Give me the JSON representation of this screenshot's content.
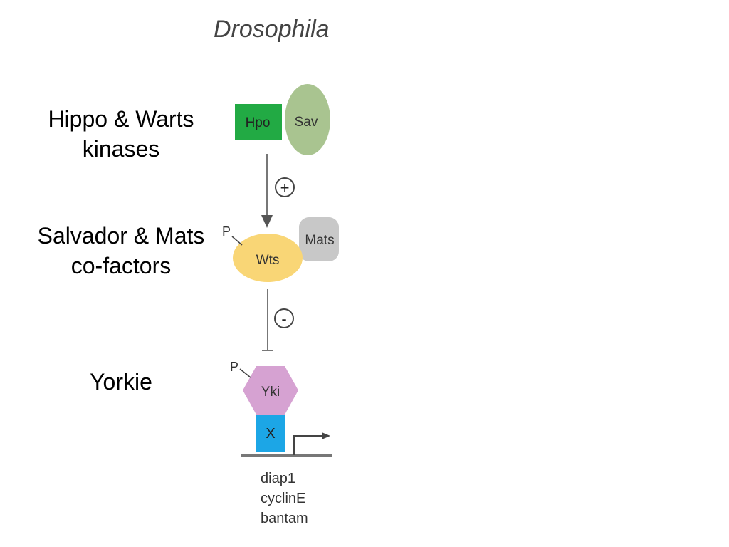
{
  "title": "Drosophila",
  "labels": {
    "kinases": [
      "Hippo & Warts",
      "kinases"
    ],
    "cofactors": [
      "Salvador & Mats",
      "co-factors"
    ],
    "yorkie": "Yorkie"
  },
  "nodes": {
    "hpo": "Hpo",
    "sav": "Sav",
    "wts": "Wts",
    "mats": "Mats",
    "yki": "Yki",
    "x": "X",
    "p1": "P",
    "p2": "P"
  },
  "signs": {
    "activate": "+",
    "inhibit": "-"
  },
  "target_genes": [
    "diap1",
    "cyclinE",
    "bantam"
  ],
  "colors": {
    "hpo": "#22aa44",
    "sav": "#a9c490",
    "wts": "#f9d676",
    "mats": "#c8c8c8",
    "yki": "#d6a2d2",
    "x": "#1ca6e6",
    "line": "#777777"
  }
}
